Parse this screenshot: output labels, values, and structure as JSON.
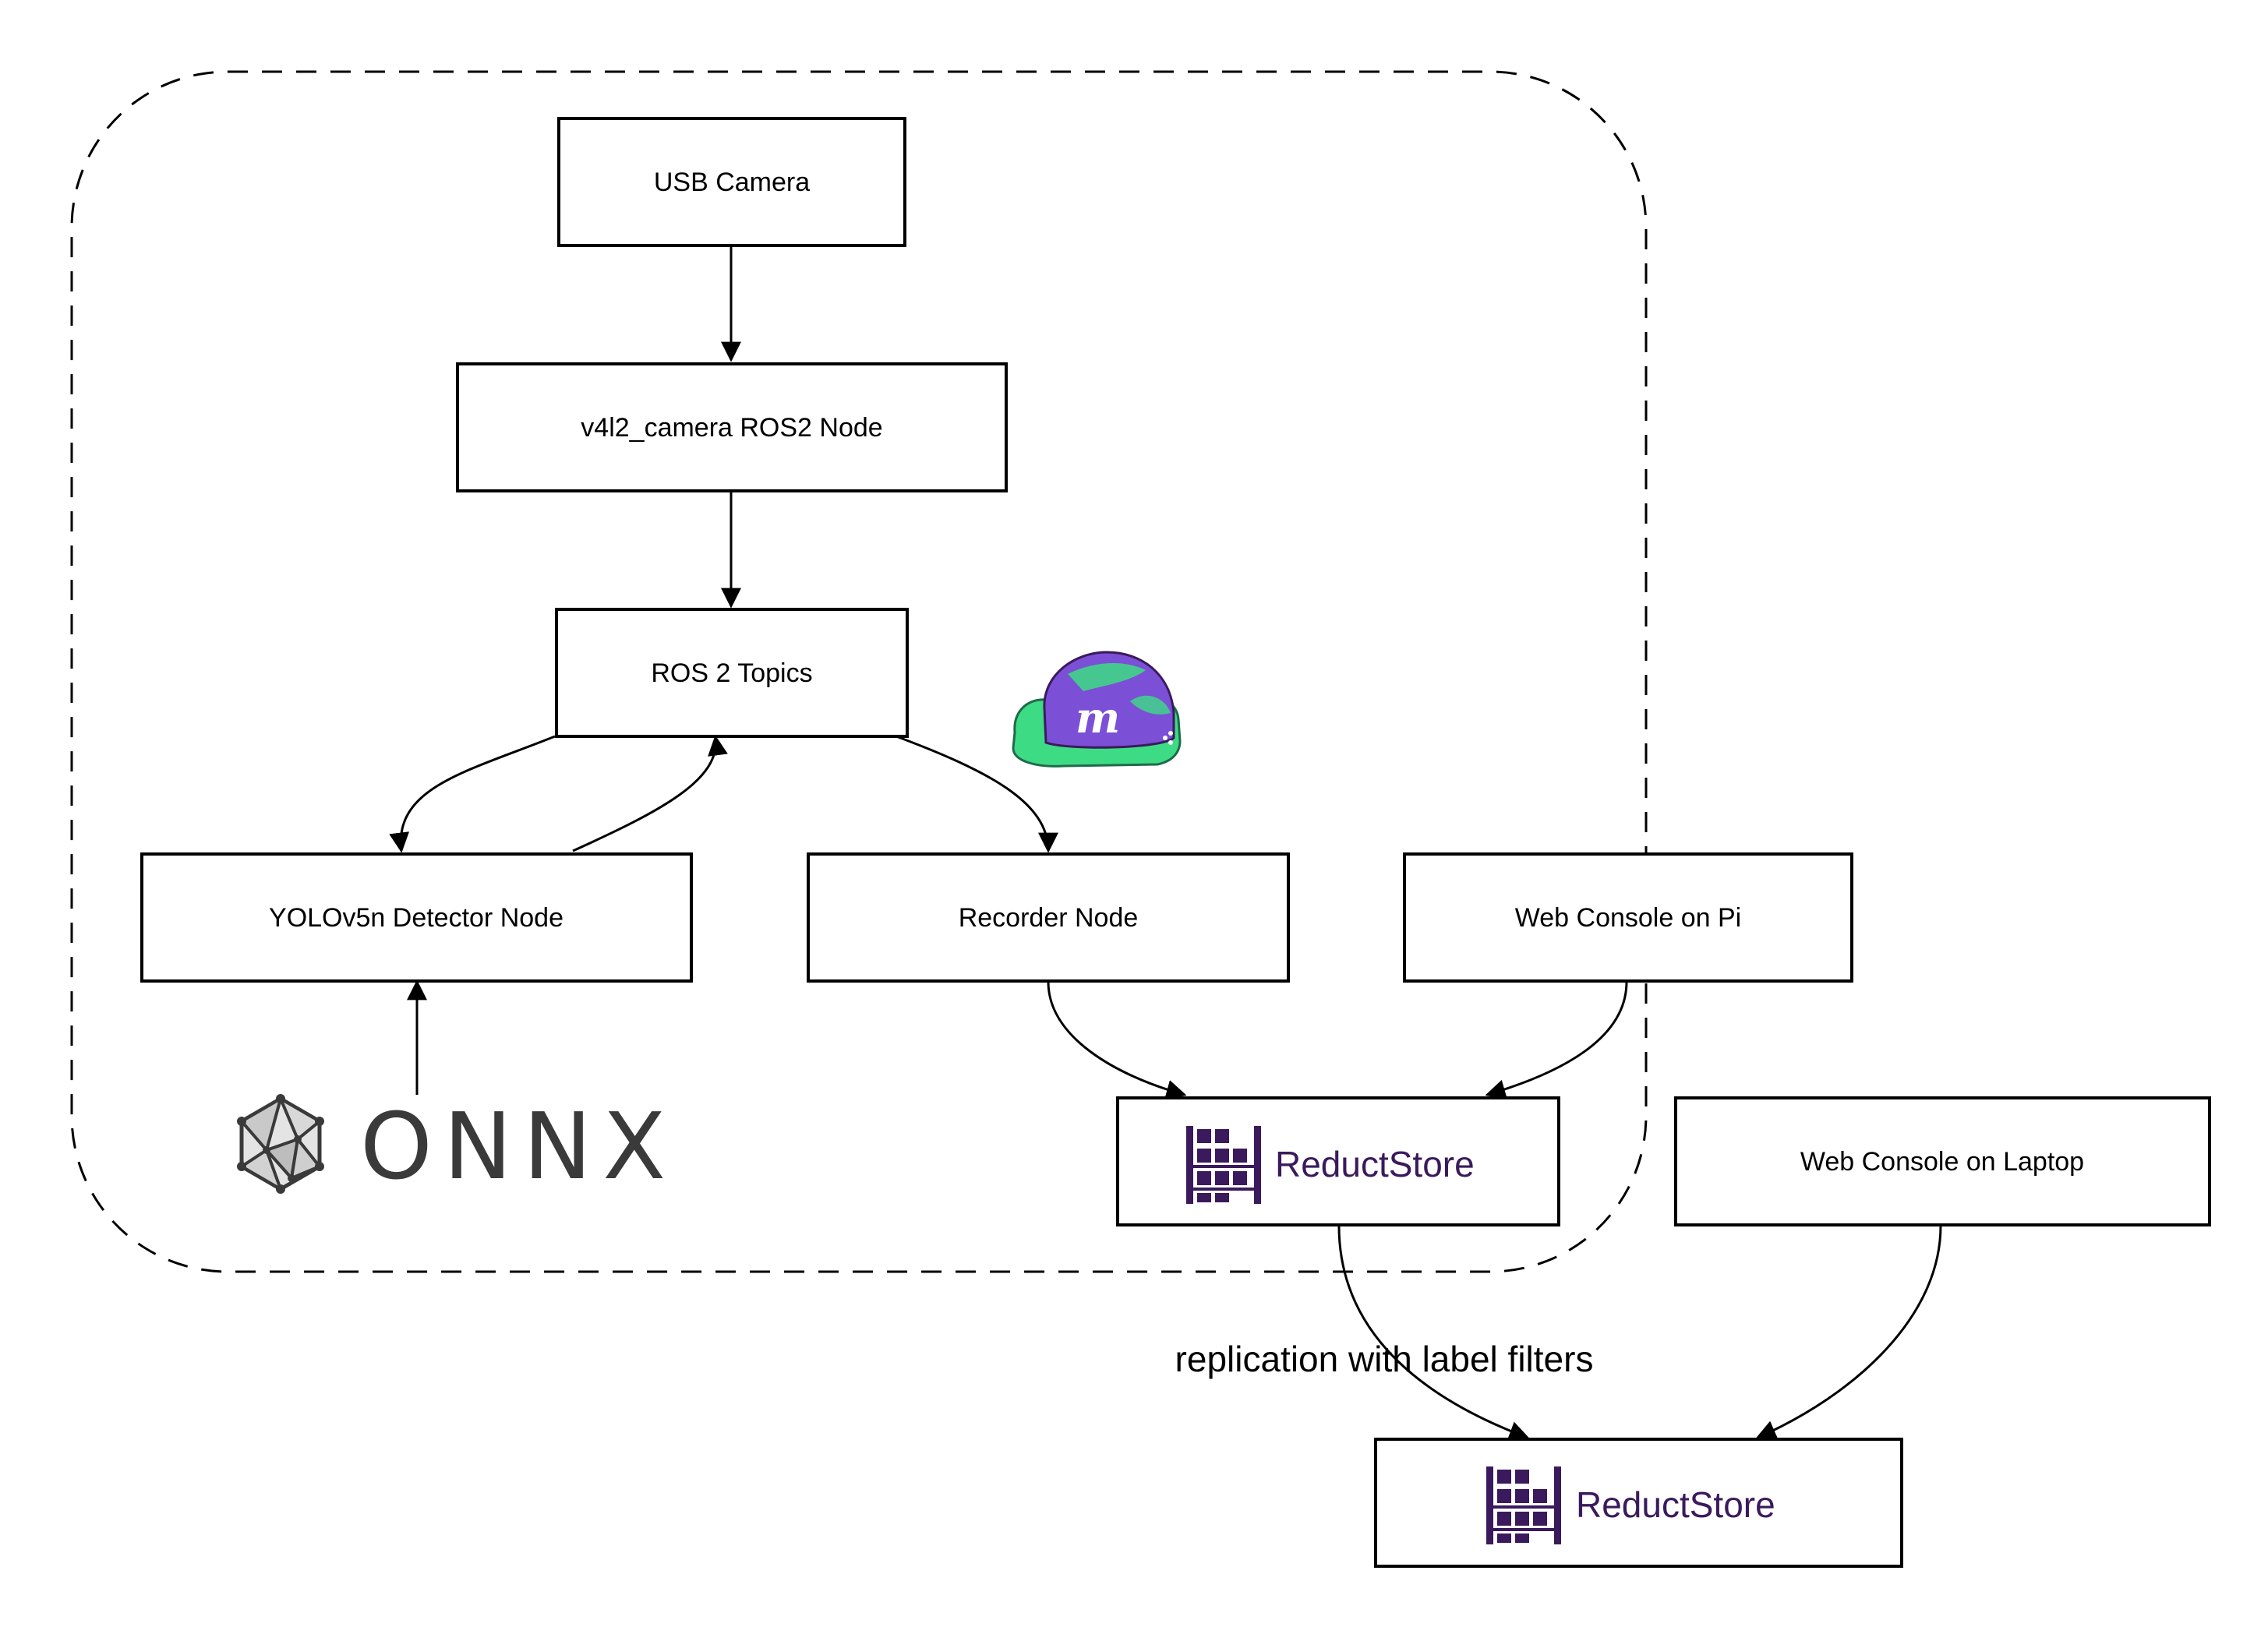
{
  "diagram": {
    "nodes": {
      "usb_camera": "USB Camera",
      "v4l2_node": "v4l2_camera ROS2 Node",
      "ros2_topics": "ROS 2 Topics",
      "yolo_node": "YOLOv5n Detector Node",
      "recorder_node": "Recorder Node",
      "web_console_pi": "Web Console on Pi",
      "web_console_laptop": "Web Console on Laptop"
    },
    "reductstore_pi": "ReductStore",
    "reductstore_laptop": "ReductStore",
    "onnx_logo": "ONNX",
    "edge_labels": {
      "replication": "replication with label filters"
    },
    "icons": [
      "reductstore-logo-icon",
      "onnx-logo-icon",
      "meticulous-cap-icon"
    ],
    "colors": {
      "stroke": "#000000",
      "reductstore_brand": "#3a1a5c",
      "cap_green": "#3ddc84",
      "cap_purple": "#7b4fd6"
    }
  }
}
